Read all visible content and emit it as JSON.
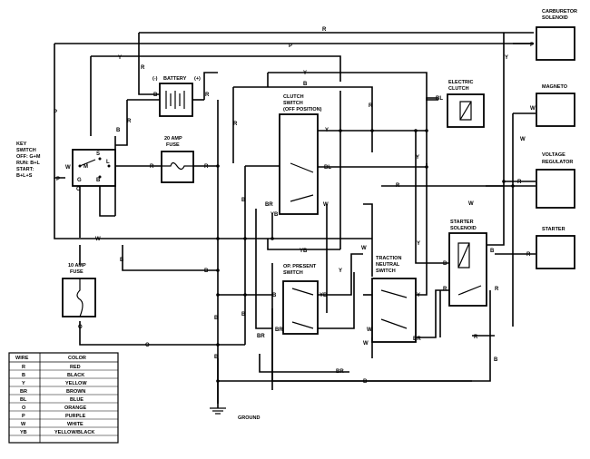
{
  "components": {
    "carburetor": [
      "CARBURETOR",
      "SOLENOID"
    ],
    "magneto": [
      "MAGNETO"
    ],
    "voltage_regulator": [
      "VOLTAGE",
      "REGULATOR"
    ],
    "starter": [
      "STARTER"
    ],
    "battery": {
      "label": "BATTERY",
      "neg": "(-)",
      "pos": "(+)"
    },
    "amp20": [
      "20 AMP",
      "FUSE"
    ],
    "amp10": [
      "10 AMP",
      "FUSE"
    ],
    "key_switch": [
      "KEY",
      "SWITCH",
      "OFF: G+M",
      "RUN: B+L",
      "START:",
      "B+L+S"
    ],
    "clutch_switch": [
      "CLUTCH",
      "SWITCH",
      "(OFF POSITION)"
    ],
    "electric_clutch": [
      "ELECTRIC",
      "CLUTCH"
    ],
    "op_presence": [
      "OP. PRESENT",
      "SWITCH"
    ],
    "traction": [
      "TRACTION",
      "NEUTRAL",
      "SWITCH"
    ],
    "starter_solenoid": [
      "STARTER",
      "SOLENOID"
    ],
    "ground": "GROUND"
  },
  "wire_labels": [
    "R",
    "B",
    "Y",
    "BR",
    "BL",
    "O",
    "P",
    "W",
    "YB"
  ],
  "legend": {
    "headers": [
      "WIRE",
      "COLOR"
    ],
    "rows": [
      [
        "R",
        "RED"
      ],
      [
        "B",
        "BLACK"
      ],
      [
        "Y",
        "YELLOW"
      ],
      [
        "BR",
        "BROWN"
      ],
      [
        "BL",
        "BLUE"
      ],
      [
        "O",
        "ORANGE"
      ],
      [
        "P",
        "PURPLE"
      ],
      [
        "W",
        "WHITE"
      ],
      [
        "YB",
        "YELLOW/BLACK"
      ]
    ]
  }
}
